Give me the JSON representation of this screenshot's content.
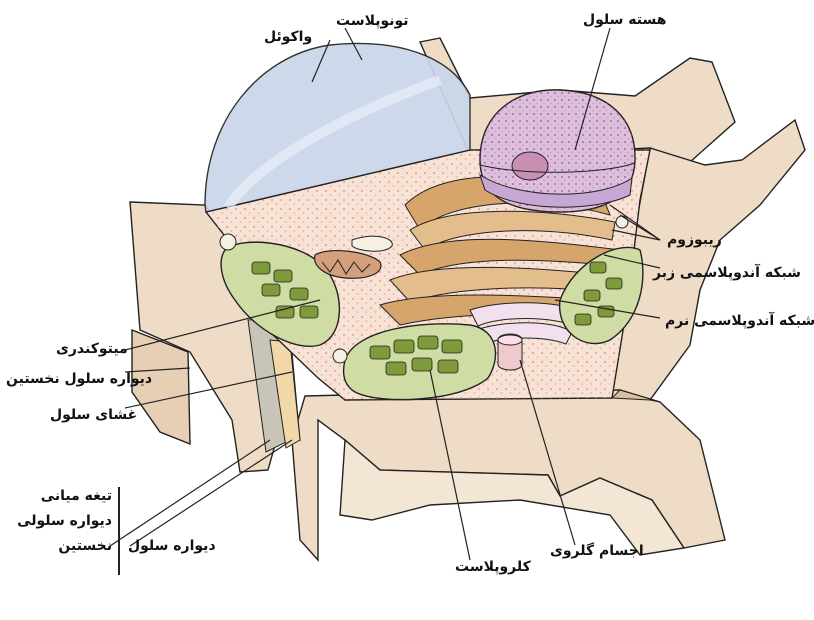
{
  "diagram": {
    "labels": {
      "tonoplast": "تونوپلاست",
      "vacuole": "واکوئل",
      "nucleus": "هسته سلول",
      "ribosome": "ریبوزوم",
      "rough_er": "شبکه آندوپلاسمی زبر",
      "smooth_er": "شبکه آندوپلاسمی نرم",
      "mitochondria": "میتوکندری",
      "primary_wall": "دیواره سلول نخستین",
      "membrane": "غشای سلول",
      "cell_wall": "دیواره سلول",
      "golgi": "اجسام گلروی",
      "chloroplast": "کلروپلاست"
    },
    "bracket_items": [
      "تیغه میانی",
      "دیواره سلولی",
      "نخستین"
    ],
    "colors": {
      "wall": "#efdcc6",
      "wall_shade": "#d9bf9e",
      "cytoplasm": "#f7e3d6",
      "vacuole": "#c9d6ea",
      "nucleus": "#ddbfdc",
      "chloroplast": "#cfdca3",
      "grana": "#7e9a3a",
      "er": "#d6a56c",
      "outline": "#222222"
    }
  }
}
